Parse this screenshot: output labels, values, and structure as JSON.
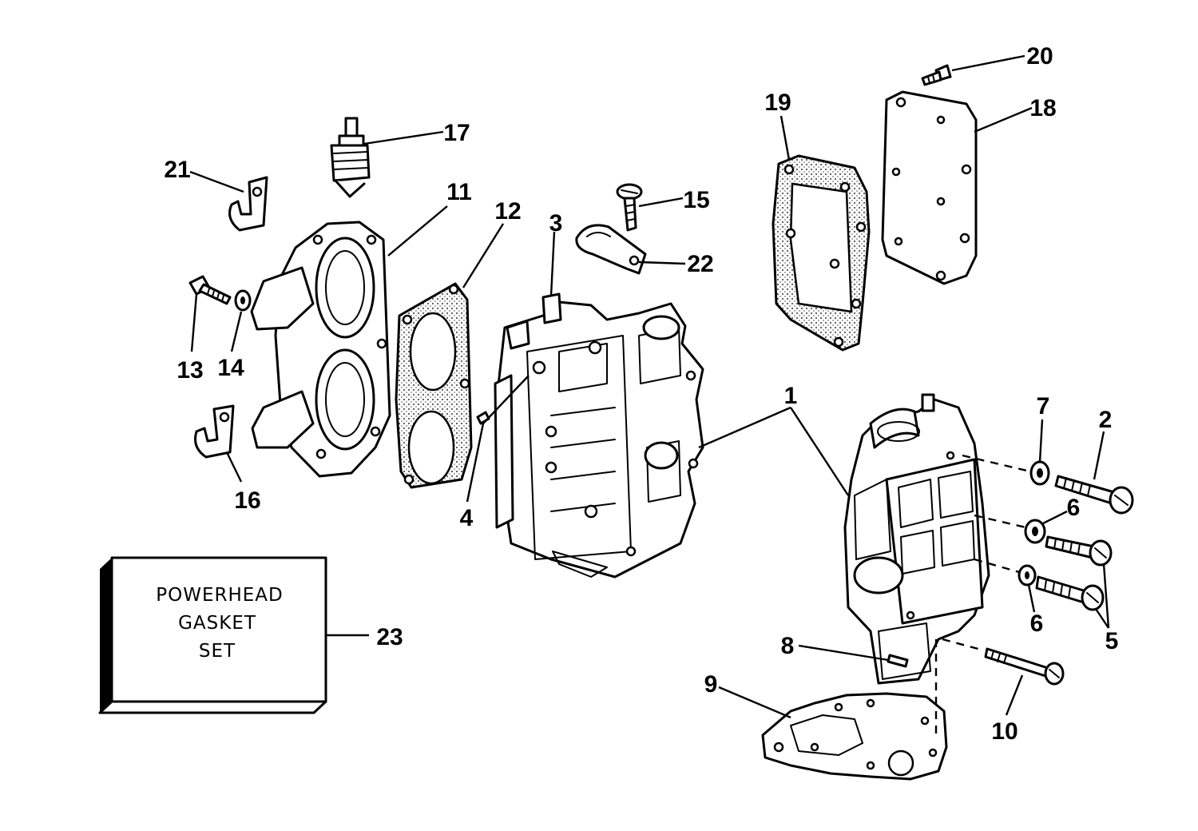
{
  "diagram": {
    "callouts": [
      "1",
      "2",
      "3",
      "4",
      "5",
      "6",
      "6",
      "7",
      "8",
      "9",
      "10",
      "11",
      "12",
      "13",
      "14",
      "15",
      "16",
      "17",
      "18",
      "19",
      "20",
      "21",
      "22",
      "23"
    ],
    "box_lines": [
      "POWERHEAD",
      "GASKET",
      "SET"
    ]
  }
}
